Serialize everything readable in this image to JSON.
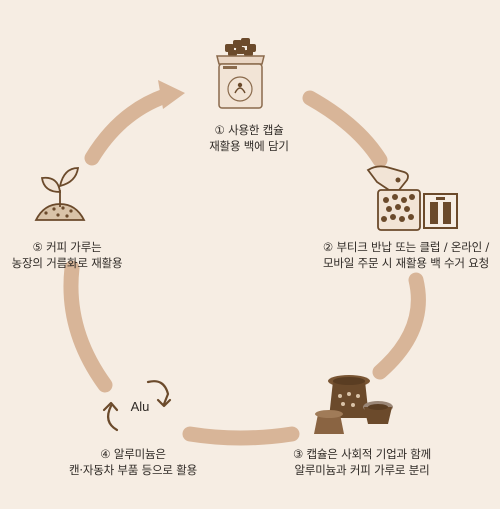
{
  "colors": {
    "background": "#f6ede3",
    "cycle_arc": "#d8b598",
    "icon_dark": "#6b4a2b",
    "icon_mid": "#8a6a4c",
    "text": "#2f2a26"
  },
  "icons": {
    "step1": "capsule-recycling-bag-icon",
    "step2": "hand-dropping-capsules-into-bag-and-store-icon",
    "step3": "capsules-icon",
    "step4": "alu-recycling-arrows-icon",
    "step5": "plant-sprout-in-soil-icon"
  },
  "recycle_badge_text": "Alu",
  "steps": [
    {
      "line1": "① 사용한 캡슐",
      "line2": "재활용 백에 담기"
    },
    {
      "line1": "② 부티크 반납 또는 클럽 / 온라인 /",
      "line2": "모바일 주문 시 재활용 백 수거 요청"
    },
    {
      "line1": "③ 캡슐은 사회적 기업과 함께",
      "line2": "알루미늄과 커피 가루로 분리"
    },
    {
      "line1": "④ 알루미늄은",
      "line2": "캔·자동차 부품 등으로 활용"
    },
    {
      "line1": "⑤ 커피 가루는",
      "line2": "농장의 거름화로 재활용"
    }
  ]
}
